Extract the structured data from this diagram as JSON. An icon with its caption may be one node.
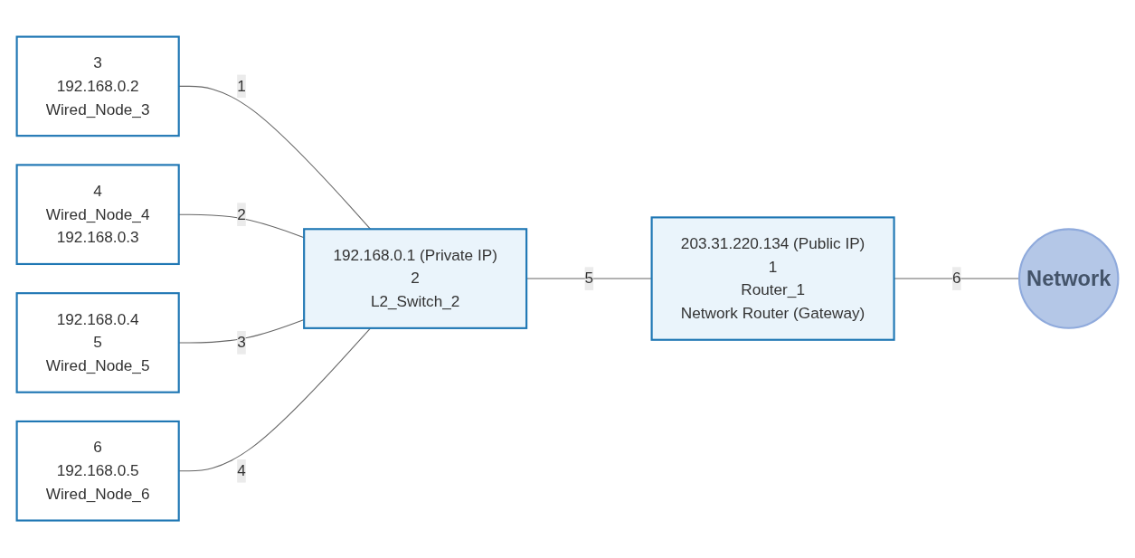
{
  "diagram": {
    "nodes": [
      {
        "text": [
          "3",
          "192.168.0.2",
          "Wired_Node_3"
        ]
      },
      {
        "text": [
          "4",
          "Wired_Node_4",
          "192.168.0.3"
        ]
      },
      {
        "text": [
          "192.168.0.4",
          "5",
          "Wired_Node_5"
        ]
      },
      {
        "text": [
          "6",
          "192.168.0.5",
          "Wired_Node_6"
        ]
      },
      {
        "text": [
          "192.168.0.1 (Private IP)",
          "2",
          "L2_Switch_2"
        ]
      },
      {
        "text": [
          "203.31.220.134 (Public IP)",
          "1",
          "Router_1",
          "Network Router (Gateway)"
        ]
      },
      {
        "text": [
          "Network"
        ]
      }
    ],
    "edges": [
      {
        "from": 0,
        "to": 4,
        "arrow": "none",
        "label": "1"
      },
      {
        "from": 1,
        "to": 4,
        "arrow": "none",
        "label": "2"
      },
      {
        "from": 2,
        "to": 4,
        "arrow": "none",
        "label": "3"
      },
      {
        "from": 3,
        "to": 4,
        "arrow": "none",
        "label": "4"
      },
      {
        "from": 4,
        "to": 5,
        "arrow": "none",
        "label": "5"
      },
      {
        "from": 5,
        "to": 6,
        "arrow": "none",
        "label": "6"
      }
    ]
  }
}
